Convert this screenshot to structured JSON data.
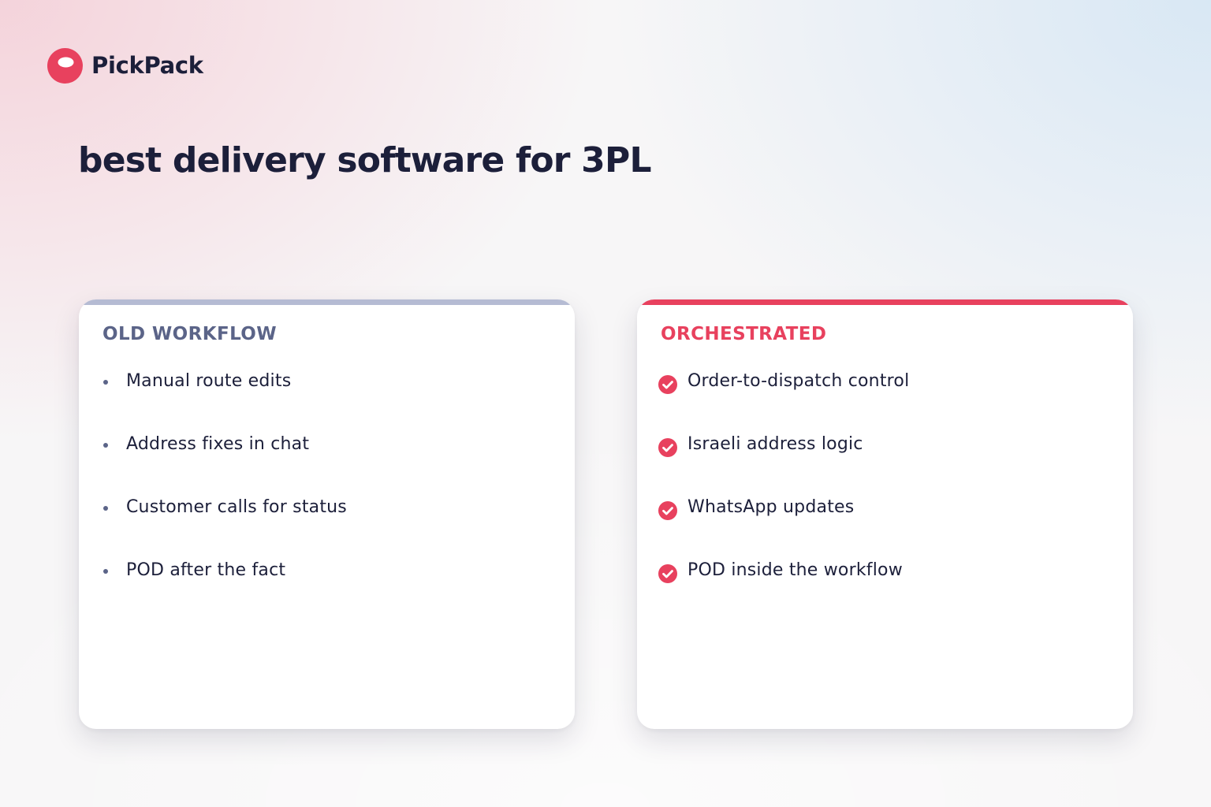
{
  "brand": {
    "name": "PickPack",
    "logo_icon": "pickpack-logo-icon",
    "accent_color": "#e8415e"
  },
  "headline": "best delivery software for 3PL",
  "cards": {
    "old": {
      "heading": "OLD WORKFLOW",
      "accent_color": "#b5bbd3",
      "bullet_icon": "bullet-dot-icon",
      "items": [
        "Manual route edits",
        "Address fixes in chat",
        "Customer calls for status",
        "POD after the fact"
      ]
    },
    "new": {
      "heading": "ORCHESTRATED",
      "accent_color": "#e8415e",
      "bullet_icon": "check-circle-icon",
      "items": [
        "Order-to-dispatch control",
        "Israeli address logic",
        "WhatsApp updates",
        "POD inside the workflow"
      ]
    }
  }
}
